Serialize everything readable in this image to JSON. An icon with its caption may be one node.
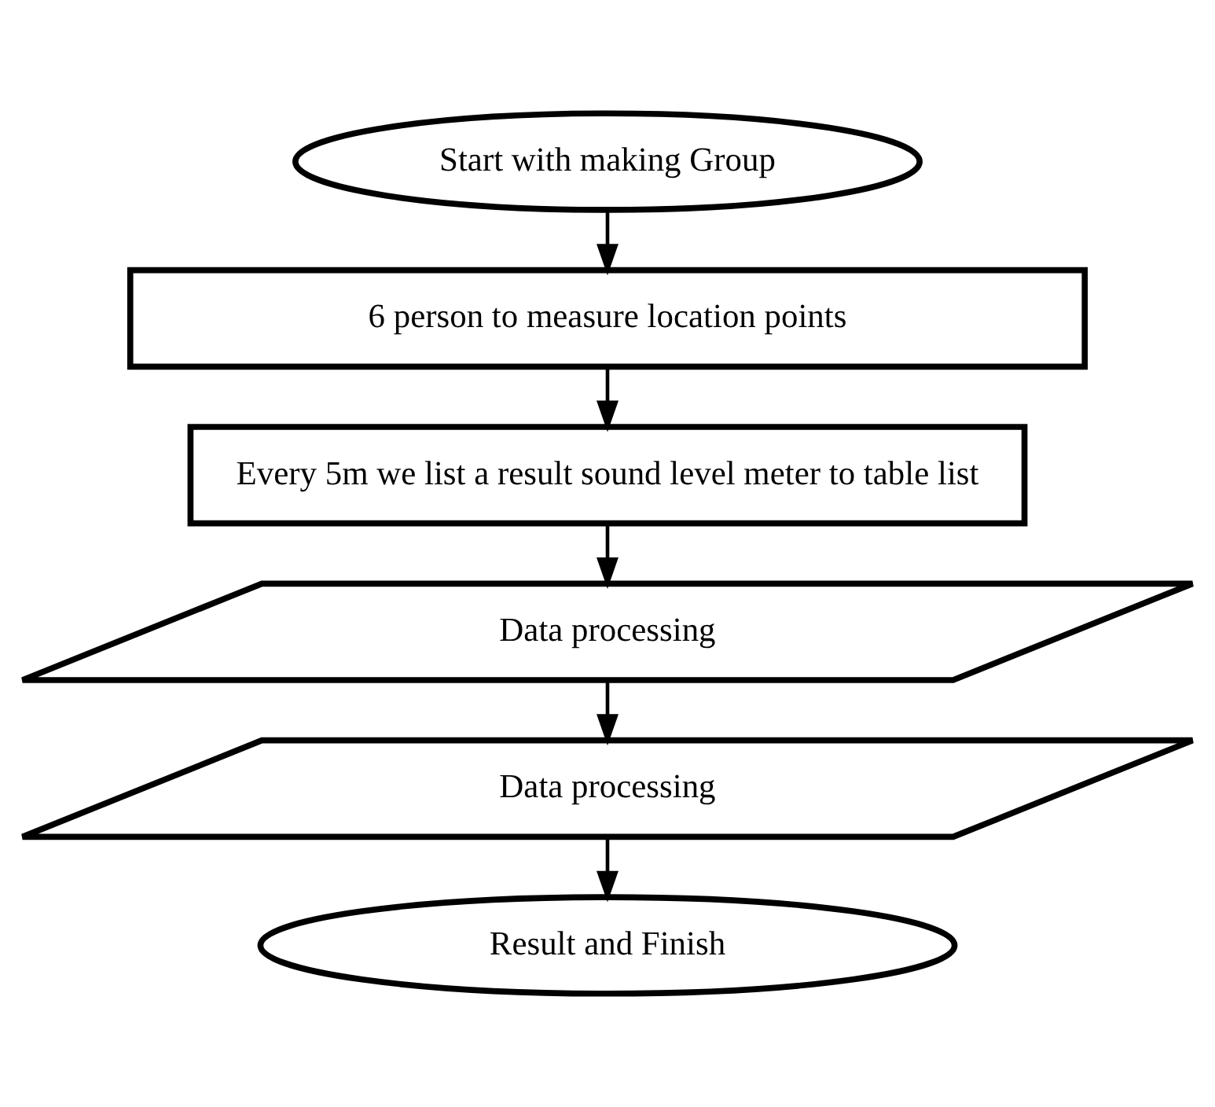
{
  "diagram": {
    "nodes": [
      {
        "text": [
          "Start with making Group"
        ]
      },
      {
        "text": [
          "6 person to measure location points"
        ]
      },
      {
        "text": [
          "Every 5m we list a result sound level meter to table list"
        ]
      },
      {
        "text": [
          "Data processing"
        ]
      },
      {
        "text": [
          "Data processing"
        ]
      },
      {
        "text": [
          "Result and Finish"
        ]
      }
    ],
    "edges": [
      {
        "from": 0,
        "to": 1,
        "arrow": "to"
      },
      {
        "from": 1,
        "to": 2,
        "arrow": "to"
      },
      {
        "from": 2,
        "to": 3,
        "arrow": "to"
      },
      {
        "from": 3,
        "to": 4,
        "arrow": "to"
      },
      {
        "from": 4,
        "to": 5,
        "arrow": "to"
      }
    ]
  }
}
